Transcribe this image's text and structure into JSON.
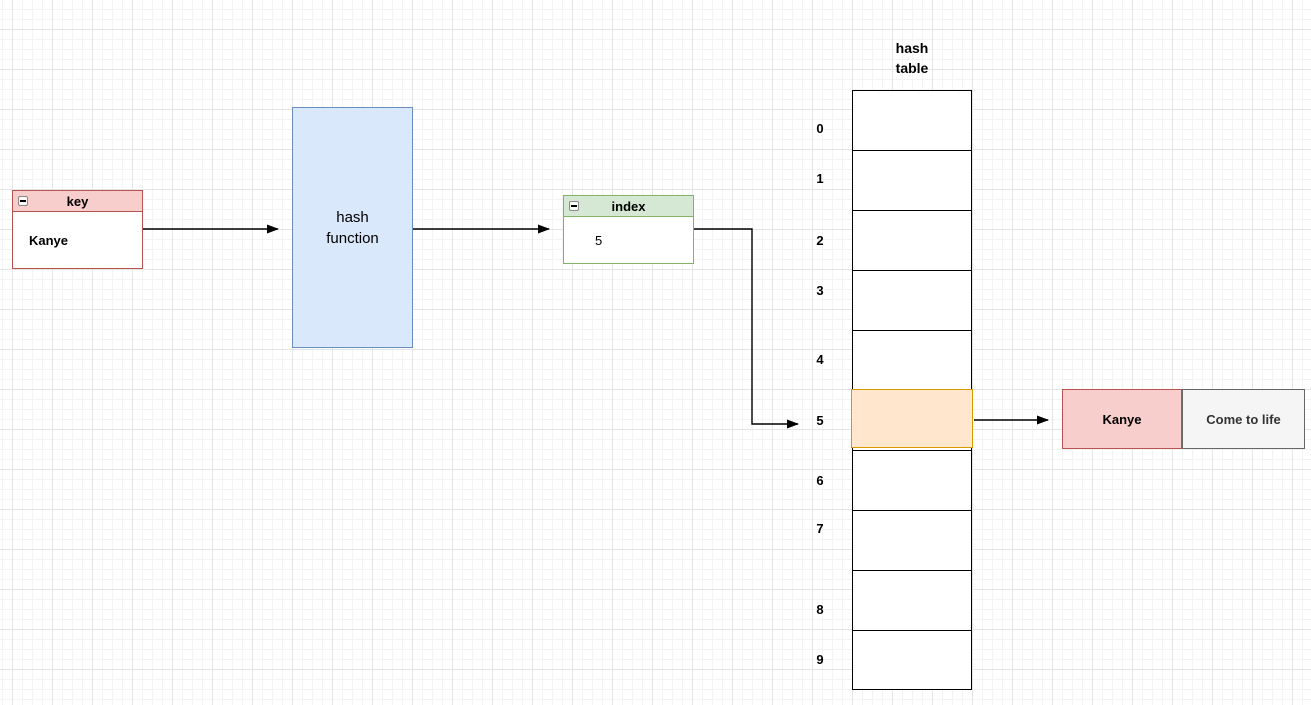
{
  "key_box": {
    "header": "key",
    "value": "Kanye"
  },
  "hash_function_box": {
    "lines": [
      "hash",
      "function"
    ]
  },
  "index_box": {
    "header": "index",
    "value": "5"
  },
  "hash_table": {
    "title_lines": [
      "hash",
      "table"
    ],
    "slot_labels": [
      "0",
      "1",
      "2",
      "3",
      "4",
      "5",
      "6",
      "7",
      "8",
      "9"
    ],
    "highlighted_slot": "5"
  },
  "result_entry": {
    "key": "Kanye",
    "value": "Come to life"
  },
  "icons": {
    "collapse": "minus-square-icon"
  },
  "colors": {
    "key_fill": "#f8cecc",
    "key_stroke": "#b85450",
    "index_fill": "#d5e8d4",
    "index_stroke": "#82b366",
    "hash_fn_fill": "#dae8fc",
    "hash_fn_stroke": "#6c8ebf",
    "highlight_fill": "#ffe6cc",
    "highlight_stroke": "#d79b00",
    "value_fill": "#f5f5f5",
    "value_stroke": "#666666",
    "table_stroke": "#000000",
    "arrow": "#000000"
  }
}
